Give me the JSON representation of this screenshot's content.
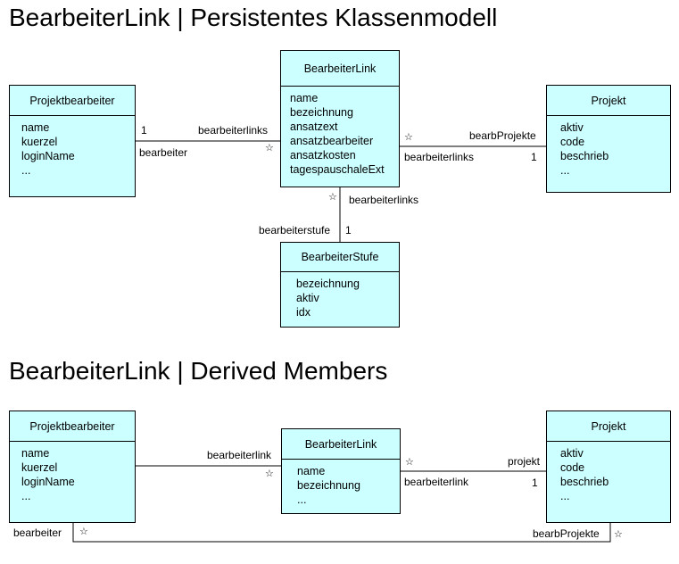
{
  "section1": {
    "title": "BearbeiterLink | Persistentes Klassenmodell",
    "projektbearbeiter": {
      "name": "Projektbearbeiter",
      "attributes": [
        "name",
        "kuerzel",
        "loginName",
        "..."
      ]
    },
    "bearbeiterlink": {
      "name": "BearbeiterLink",
      "attributes": [
        "name",
        "bezeichnung",
        "ansatzext",
        "ansatzbearbeiter",
        "ansatzkosten",
        "tagespauschaleExt"
      ]
    },
    "projekt": {
      "name": "Projekt",
      "attributes": [
        "aktiv",
        "code",
        "beschrieb",
        "..."
      ]
    },
    "bearbeiterstufe": {
      "name": "BearbeiterStufe",
      "attributes": [
        "bezeichnung",
        "aktiv",
        "idx"
      ]
    },
    "assoc_pb_bl": {
      "left_mult": "1",
      "left_role": "bearbeiter",
      "right_role": "bearbeiterlinks",
      "right_mult": "☆"
    },
    "assoc_bl_pr": {
      "left_mult": "☆",
      "left_role": "bearbeiterlinks",
      "right_role": "bearbProjekte",
      "right_mult": "1"
    },
    "assoc_bl_bs": {
      "top_mult": "☆",
      "top_role": "bearbeiterlinks",
      "bottom_role": "bearbeiterstufe",
      "bottom_mult": "1"
    }
  },
  "section2": {
    "title": "BearbeiterLink | Derived Members",
    "projektbearbeiter": {
      "name": "Projektbearbeiter",
      "attributes": [
        "name",
        "kuerzel",
        "loginName",
        "..."
      ]
    },
    "bearbeiterlink": {
      "name": "BearbeiterLink",
      "attributes": [
        "name",
        "bezeichnung",
        "..."
      ]
    },
    "projekt": {
      "name": "Projekt",
      "attributes": [
        "aktiv",
        "code",
        "beschrieb",
        "..."
      ]
    },
    "assoc_pb_bl": {
      "right_role": "bearbeiterlink",
      "right_mult": "☆"
    },
    "assoc_bl_pr": {
      "left_mult": "☆",
      "left_role": "bearbeiterlink",
      "right_role": "projekt",
      "right_mult": "1"
    },
    "assoc_pb_pr": {
      "left_role": "bearbeiter",
      "left_mult": "☆",
      "right_role": "bearbProjekte",
      "right_mult": "☆"
    }
  }
}
